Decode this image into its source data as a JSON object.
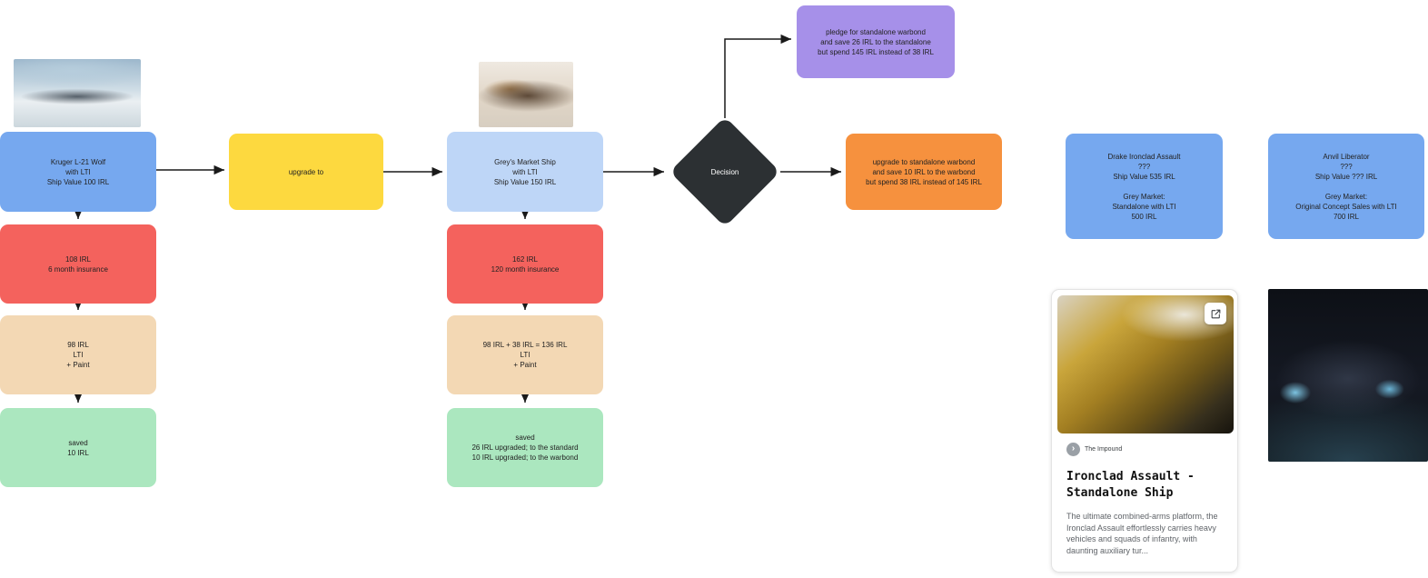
{
  "nodes": {
    "kruger": {
      "lines": [
        "Kruger L-21 Wolf",
        "with LTI",
        "Ship Value 100 IRL"
      ]
    },
    "kruger_insurance": {
      "lines": [
        "108 IRL",
        "6 month insurance"
      ]
    },
    "kruger_lti": {
      "lines": [
        "98 IRL",
        "LTI",
        "+ Paint"
      ]
    },
    "kruger_saved": {
      "lines": [
        "saved",
        "10 IRL"
      ]
    },
    "upgrade": {
      "lines": [
        "upgrade to"
      ]
    },
    "greys": {
      "lines": [
        "Grey's Market Ship",
        "with LTI",
        "Ship Value 150 IRL"
      ]
    },
    "greys_insurance": {
      "lines": [
        "162 IRL",
        "120 month insurance"
      ]
    },
    "greys_lti": {
      "lines": [
        "98 IRL + 38 IRL = 136 IRL",
        "LTI",
        "+ Paint"
      ]
    },
    "greys_saved": {
      "lines": [
        "saved",
        "26 IRL upgraded; to the standard",
        "10 IRL upgraded; to the warbond"
      ]
    },
    "decision": {
      "label": "Decision"
    },
    "pledge": {
      "lines": [
        "pledge for standalone warbond",
        "and save 26 IRL to the standalone",
        "but spend 145 IRL instead of 38 IRL"
      ]
    },
    "warbond": {
      "lines": [
        "upgrade to standalone warbond",
        "and save 10 IRL to the warbond",
        "but spend 38 IRL instead of 145 IRL"
      ]
    },
    "drake": {
      "lines": [
        "Drake Ironclad Assault",
        "???",
        "Ship Value 535 IRL",
        "Grey Market:",
        "Standalone with LTI",
        "500 IRL"
      ]
    },
    "anvil": {
      "lines": [
        "Anvil Liberator",
        "???",
        "Ship Value ??? IRL",
        "Grey Market:",
        "Original Concept Sales with LTI",
        "700 IRL"
      ]
    }
  },
  "card": {
    "source": "The Impound",
    "title": "Ironclad Assault - Standalone Ship",
    "description": "The ultimate combined-arms platform, the Ironclad Assault effortlessly carries heavy vehicles and squads of infantry, with daunting auxiliary tur..."
  },
  "icons": {
    "external_link_icon": "open-in-new",
    "source_avatar_icon": "chevron-right",
    "avatar_glyph": "›"
  },
  "colors": {
    "node_blue": "#76a8ef",
    "node_light_blue": "#bed6f7",
    "node_yellow": "#fdd93f",
    "node_red": "#f4625d",
    "node_tan": "#f3d8b4",
    "node_green": "#abe7bf",
    "node_purple": "#a690e9",
    "node_orange": "#f6913e",
    "decision_dark": "#2c3033",
    "arrow": "#1a1a1a"
  }
}
